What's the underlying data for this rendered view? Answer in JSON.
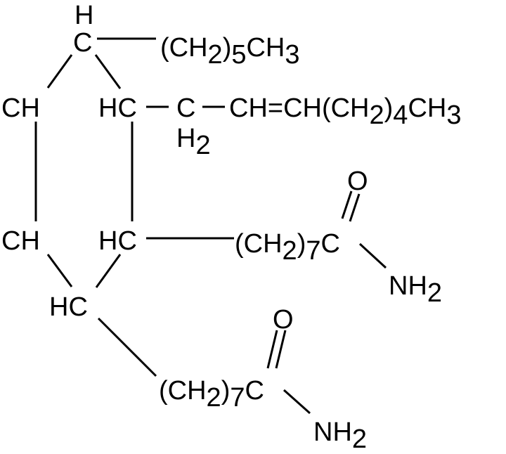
{
  "diagram": {
    "type": "chemical-structure",
    "colors": {
      "foreground": "#000000",
      "background": "#ffffff"
    },
    "labels": {
      "top_h": "H",
      "top_c": "C",
      "top_chain": {
        "open": "(CH",
        "sub1": "2",
        "close": ")",
        "sub2": "5",
        "tail": "CH",
        "sub3": "3"
      },
      "left_ch_upper": "CH",
      "right_hc_upper": "HC",
      "ch2_c": "C",
      "ch2_h": "H",
      "ch2_sub": "2",
      "alkene_chain": {
        "head": "CH=CH(CH",
        "sub1": "2",
        "close": ")",
        "sub2": "4",
        "tail": "CH",
        "sub3": "3"
      },
      "left_ch_lower": "CH",
      "right_hc_lower": "HC",
      "amide1": {
        "o": "O",
        "open": "(CH",
        "sub1": "2",
        "close": ")",
        "sub2": "7",
        "c": "C",
        "nh": "NH",
        "sub3": "2"
      },
      "bottom_hc": "HC",
      "amide2": {
        "o": "O",
        "open": "(CH",
        "sub1": "2",
        "close": ")",
        "sub2": "7",
        "c": "C",
        "nh": "NH",
        "sub3": "2"
      }
    }
  }
}
